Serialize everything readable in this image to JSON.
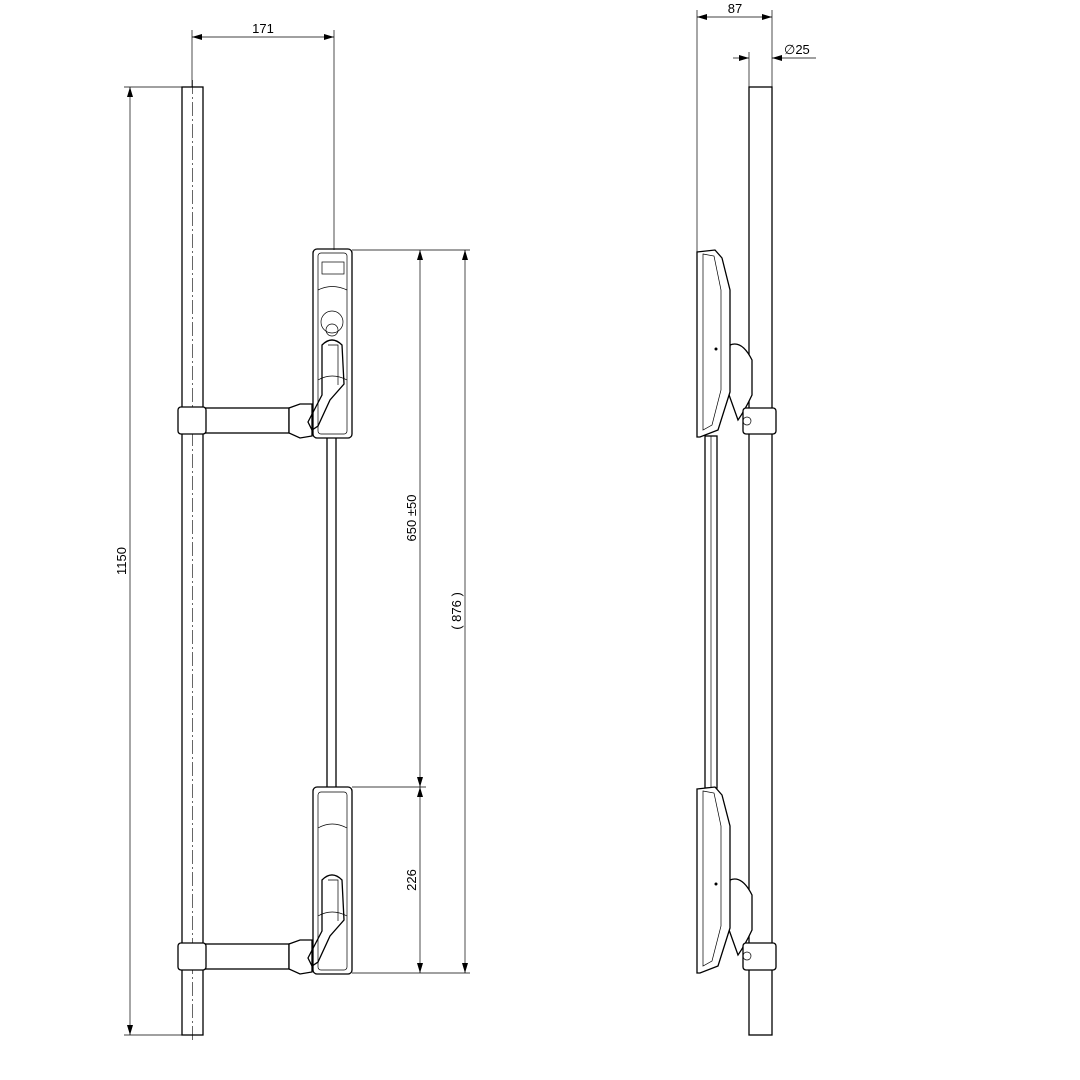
{
  "dimensions": {
    "offset_width": "171",
    "total_height": "1150",
    "lock_spacing": "650 ±50",
    "lower_lock_height": "226",
    "overall_lock_span": "( 876 )",
    "side_depth": "87",
    "rod_diameter": "∅25"
  },
  "colors": {
    "line": "#000000",
    "background": "#ffffff"
  }
}
